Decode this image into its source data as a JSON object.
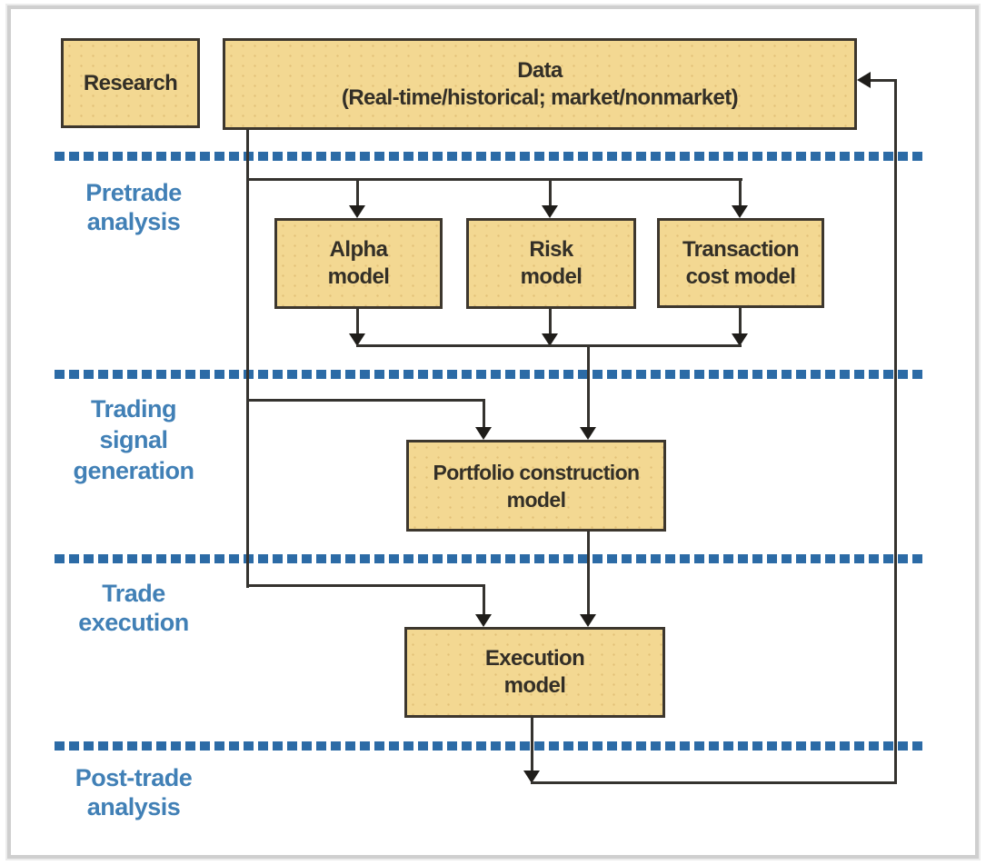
{
  "boxes": {
    "research": {
      "line1": "Research"
    },
    "data": {
      "line1": "Data",
      "line2": "(Real-time/historical; market/nonmarket)"
    },
    "alpha": {
      "line1": "Alpha",
      "line2": "model"
    },
    "risk": {
      "line1": "Risk",
      "line2": "model"
    },
    "transaction": {
      "line1": "Transaction",
      "line2": "cost model"
    },
    "portfolio": {
      "line1": "Portfolio construction",
      "line2": "model"
    },
    "execution": {
      "line1": "Execution",
      "line2": "model"
    }
  },
  "section_labels": {
    "pretrade": {
      "line1": "Pretrade",
      "line2": "analysis"
    },
    "trading_signal": {
      "line1": "Trading",
      "line2": "signal",
      "line3": "generation"
    },
    "trade_execution": {
      "line1": "Trade",
      "line2": "execution"
    },
    "post_trade": {
      "line1": "Post-trade",
      "line2": "analysis"
    }
  },
  "colors": {
    "box_fill": "#f3d892",
    "box_border": "#3d372e",
    "section_label_blue": "#4180b6",
    "divider_blue": "#2c6ba6",
    "connector_line": "#35332f"
  }
}
